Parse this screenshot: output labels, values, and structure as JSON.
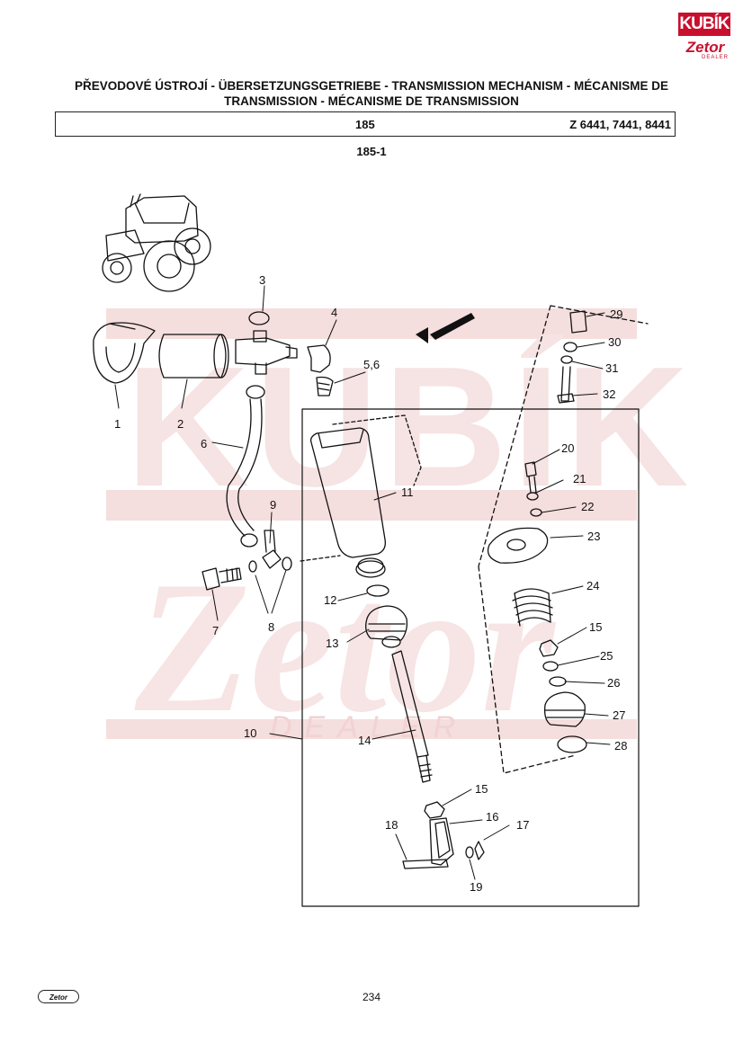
{
  "header": {
    "logo_top": "KUBÍK",
    "logo_brand": "Zetor",
    "logo_dealer": "DEALER",
    "title_line1": "PŘEVODOVÉ ÚSTROJÍ - ÜBERSETZUNGSGETRIEBE - TRANSMISSION MECHANISM - MÉCANISME DE",
    "title_line2": "TRANSMISSION - MÉCANISME DE TRANSMISSION",
    "group_code": "185",
    "models": "Z 6441, 7441, 8441",
    "figure_code": "185-1"
  },
  "watermark": {
    "brand": "KUBÍK",
    "script": "Zetor",
    "dealer": "DEALER",
    "color": "#f3d6d6"
  },
  "diagram": {
    "callouts": [
      "1",
      "2",
      "3",
      "4",
      "5,6",
      "6",
      "7",
      "8",
      "9",
      "10",
      "11",
      "12",
      "13",
      "14",
      "15",
      "16",
      "17",
      "18",
      "19",
      "20",
      "21",
      "22",
      "23",
      "24",
      "15",
      "25",
      "26",
      "27",
      "28",
      "29",
      "30",
      "31",
      "32"
    ]
  },
  "footer": {
    "logo": "Zetor",
    "page_number": "234"
  }
}
